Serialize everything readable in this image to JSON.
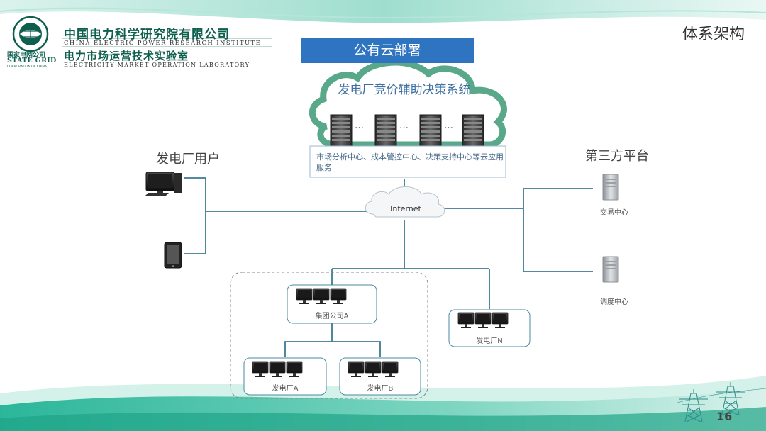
{
  "header": {
    "org_name_cn": "中国电力科学研究院有限公司",
    "org_name_en": "CHINA ELECTRIC POWER RESEARCH INSTITUTE",
    "lab_name_cn": "电力市场运营技术实验室",
    "lab_name_en": "ELECTRICITY MARKET OPERATION LABORATORY",
    "stategrid_cn": "国家电网公司",
    "stategrid_en": "STATE GRID",
    "stategrid_sub": "CORPORATION OF CHINA",
    "section_title": "体系架构"
  },
  "diagram": {
    "banner": "公有云部署",
    "cloud_system_name": "发电厂竞价辅助决策系统",
    "server_ellipsis": "…",
    "cloud_services": "市场分析中心、成本管控中心、决策支持中心等云应用服务",
    "internet_label": "Internet",
    "user_group_label": "发电厂用户",
    "third_party_label": "第三方平台",
    "trading_center": "交易中心",
    "dispatch_center": "调度中心",
    "group_company": "集团公司A",
    "plant_a": "发电厂A",
    "plant_b": "发电厂B",
    "plant_n": "发电厂N"
  },
  "footer": {
    "page_number": "16"
  },
  "colors": {
    "banner_blue": "#2e74c0",
    "cloud_green": "#5aa88a",
    "line_blue": "#3c7a92",
    "brand_green": "#0e5f4e"
  }
}
